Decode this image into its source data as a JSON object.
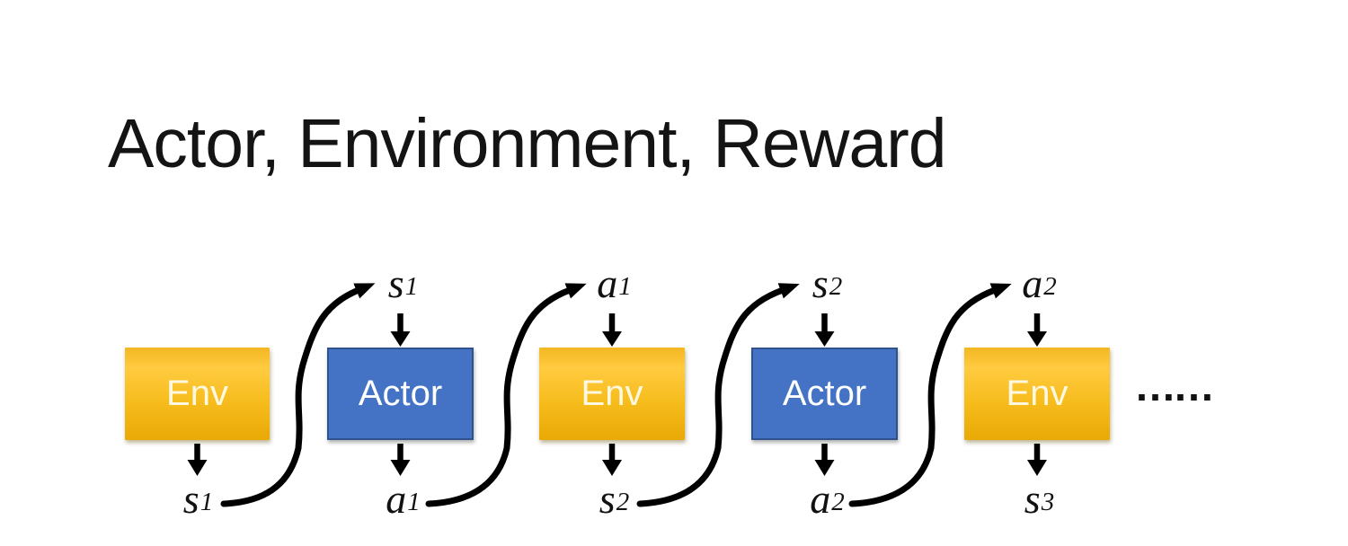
{
  "title": "Actor, Environment, Reward",
  "colors": {
    "env_gradient_top": "#FFCB40",
    "env_gradient_bottom": "#E9A906",
    "actor_fill": "#4472C4",
    "actor_border": "#2F528F",
    "arrow": "#000000",
    "title_text": "#141414",
    "box_text": "#FFFFFF"
  },
  "diagram": {
    "boxes": [
      {
        "label": "Env"
      },
      {
        "label": "Actor"
      },
      {
        "label": "Env"
      },
      {
        "label": "Actor"
      },
      {
        "label": "Env"
      }
    ],
    "top_labels": [
      {
        "base": "s",
        "sub": "1"
      },
      {
        "base": "a",
        "sub": "1"
      },
      {
        "base": "s",
        "sub": "2"
      },
      {
        "base": "a",
        "sub": "2"
      }
    ],
    "bottom_labels": [
      {
        "base": "s",
        "sub": "1"
      },
      {
        "base": "a",
        "sub": "1"
      },
      {
        "base": "s",
        "sub": "2"
      },
      {
        "base": "a",
        "sub": "2"
      },
      {
        "base": "s",
        "sub": "3"
      }
    ],
    "ellipsis": "……"
  }
}
